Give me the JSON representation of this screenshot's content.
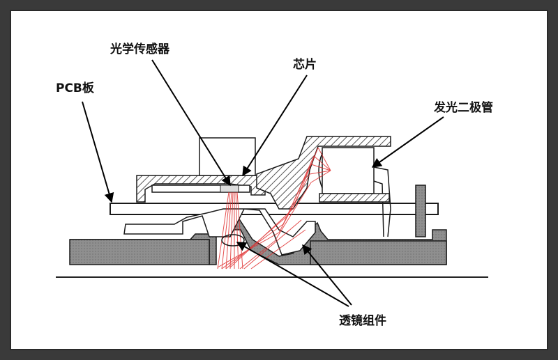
{
  "diagram": {
    "labels": {
      "pcb_board": "PCB板",
      "optical_sensor": "光学传感器",
      "chip": "芯片",
      "led": "发光二极管",
      "lens_assembly": "透镜组件"
    },
    "colors": {
      "outline": "#1a1a1a",
      "hatch": "#555555",
      "body_fill": "#8a8a8a",
      "light_rays": "#e03030",
      "background": "#ffffff",
      "frame": "#3a3a3a"
    }
  }
}
